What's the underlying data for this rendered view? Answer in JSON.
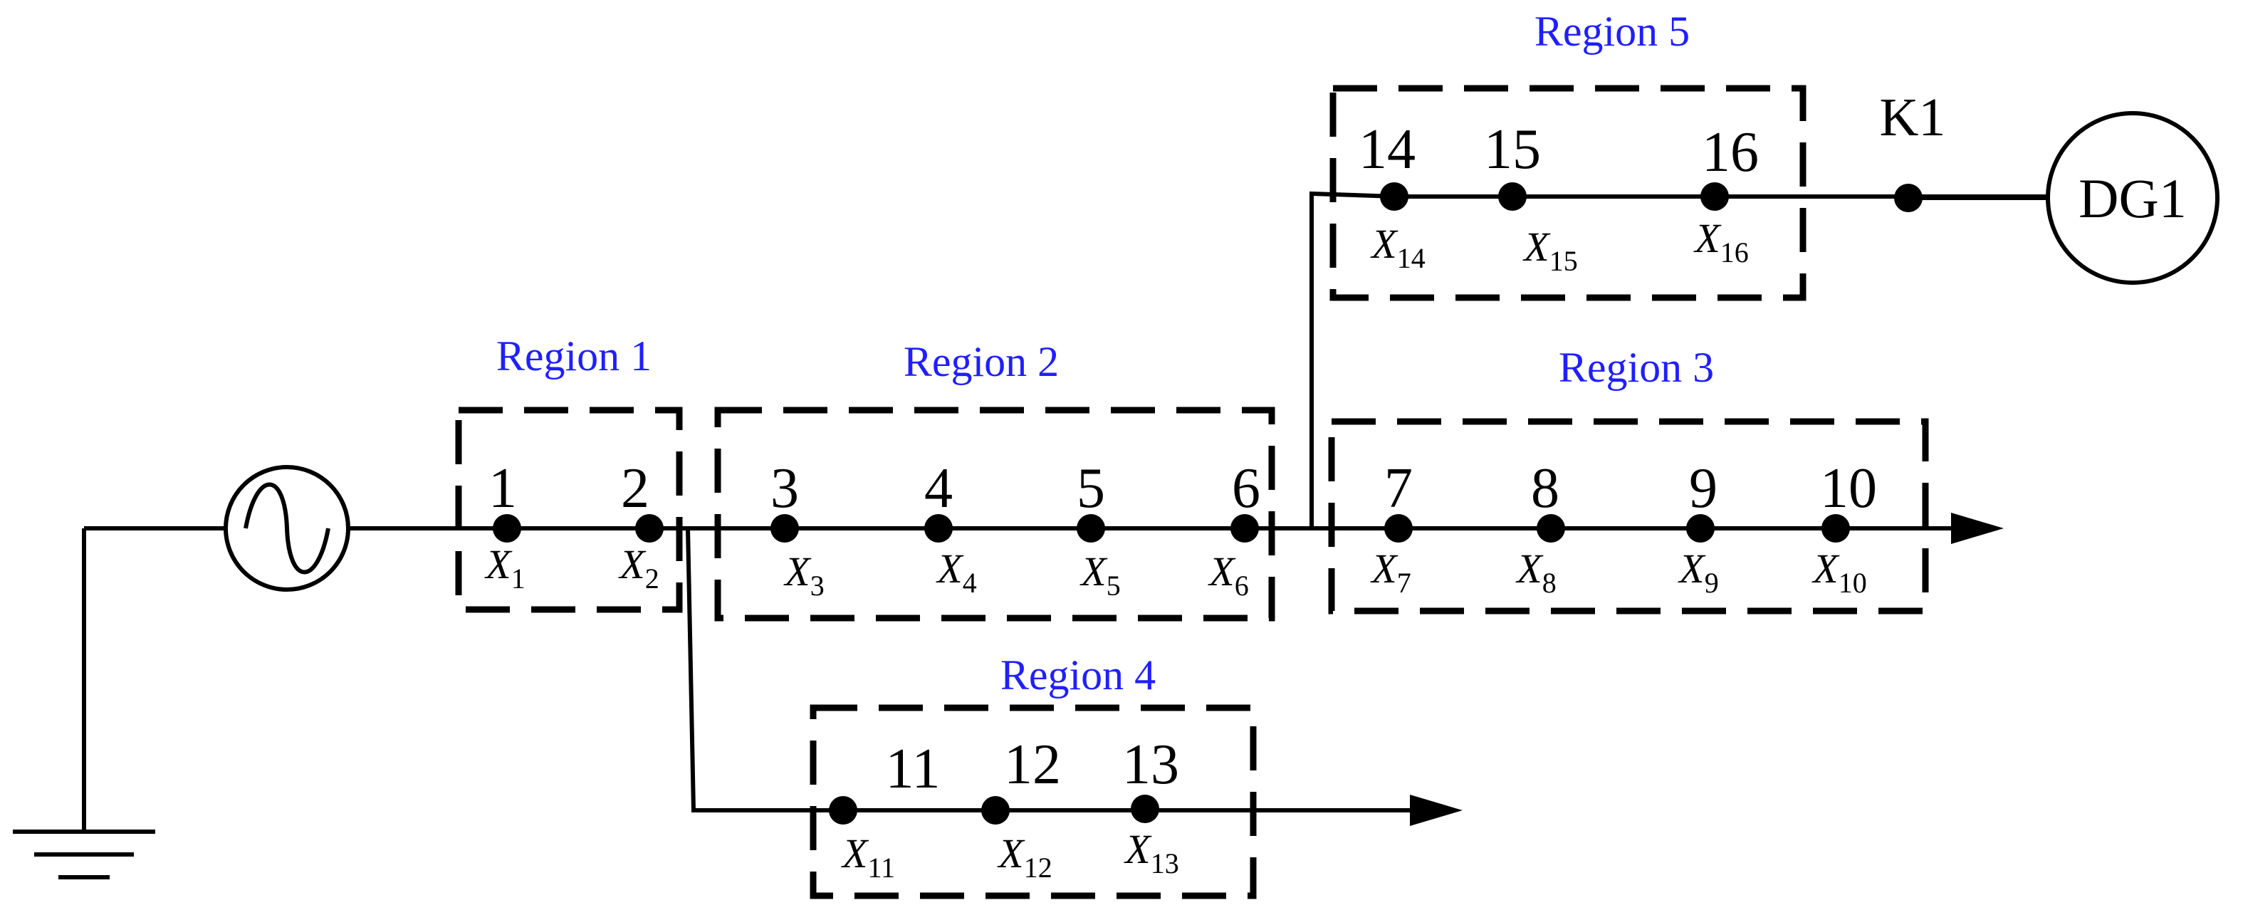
{
  "regions": [
    {
      "label": "Region 1"
    },
    {
      "label": "Region 2"
    },
    {
      "label": "Region 3"
    },
    {
      "label": "Region 4"
    },
    {
      "label": "Region 5"
    }
  ],
  "nodes": [
    {
      "number": "1",
      "var": "X",
      "sub": "1"
    },
    {
      "number": "2",
      "var": "X",
      "sub": "2"
    },
    {
      "number": "3",
      "var": "X",
      "sub": "3"
    },
    {
      "number": "4",
      "var": "X",
      "sub": "4"
    },
    {
      "number": "5",
      "var": "X",
      "sub": "5"
    },
    {
      "number": "6",
      "var": "X",
      "sub": "6"
    },
    {
      "number": "7",
      "var": "X",
      "sub": "7"
    },
    {
      "number": "8",
      "var": "X",
      "sub": "8"
    },
    {
      "number": "9",
      "var": "X",
      "sub": "9"
    },
    {
      "number": "10",
      "var": "X",
      "sub": "10"
    },
    {
      "number": "11",
      "var": "X",
      "sub": "11"
    },
    {
      "number": "12",
      "var": "X",
      "sub": "12"
    },
    {
      "number": "13",
      "var": "X",
      "sub": "13"
    },
    {
      "number": "14",
      "var": "X",
      "sub": "14"
    },
    {
      "number": "15",
      "var": "X",
      "sub": "15"
    },
    {
      "number": "16",
      "var": "X",
      "sub": "16"
    }
  ],
  "switch": {
    "label": "K1"
  },
  "generator": {
    "label": "DG1"
  }
}
